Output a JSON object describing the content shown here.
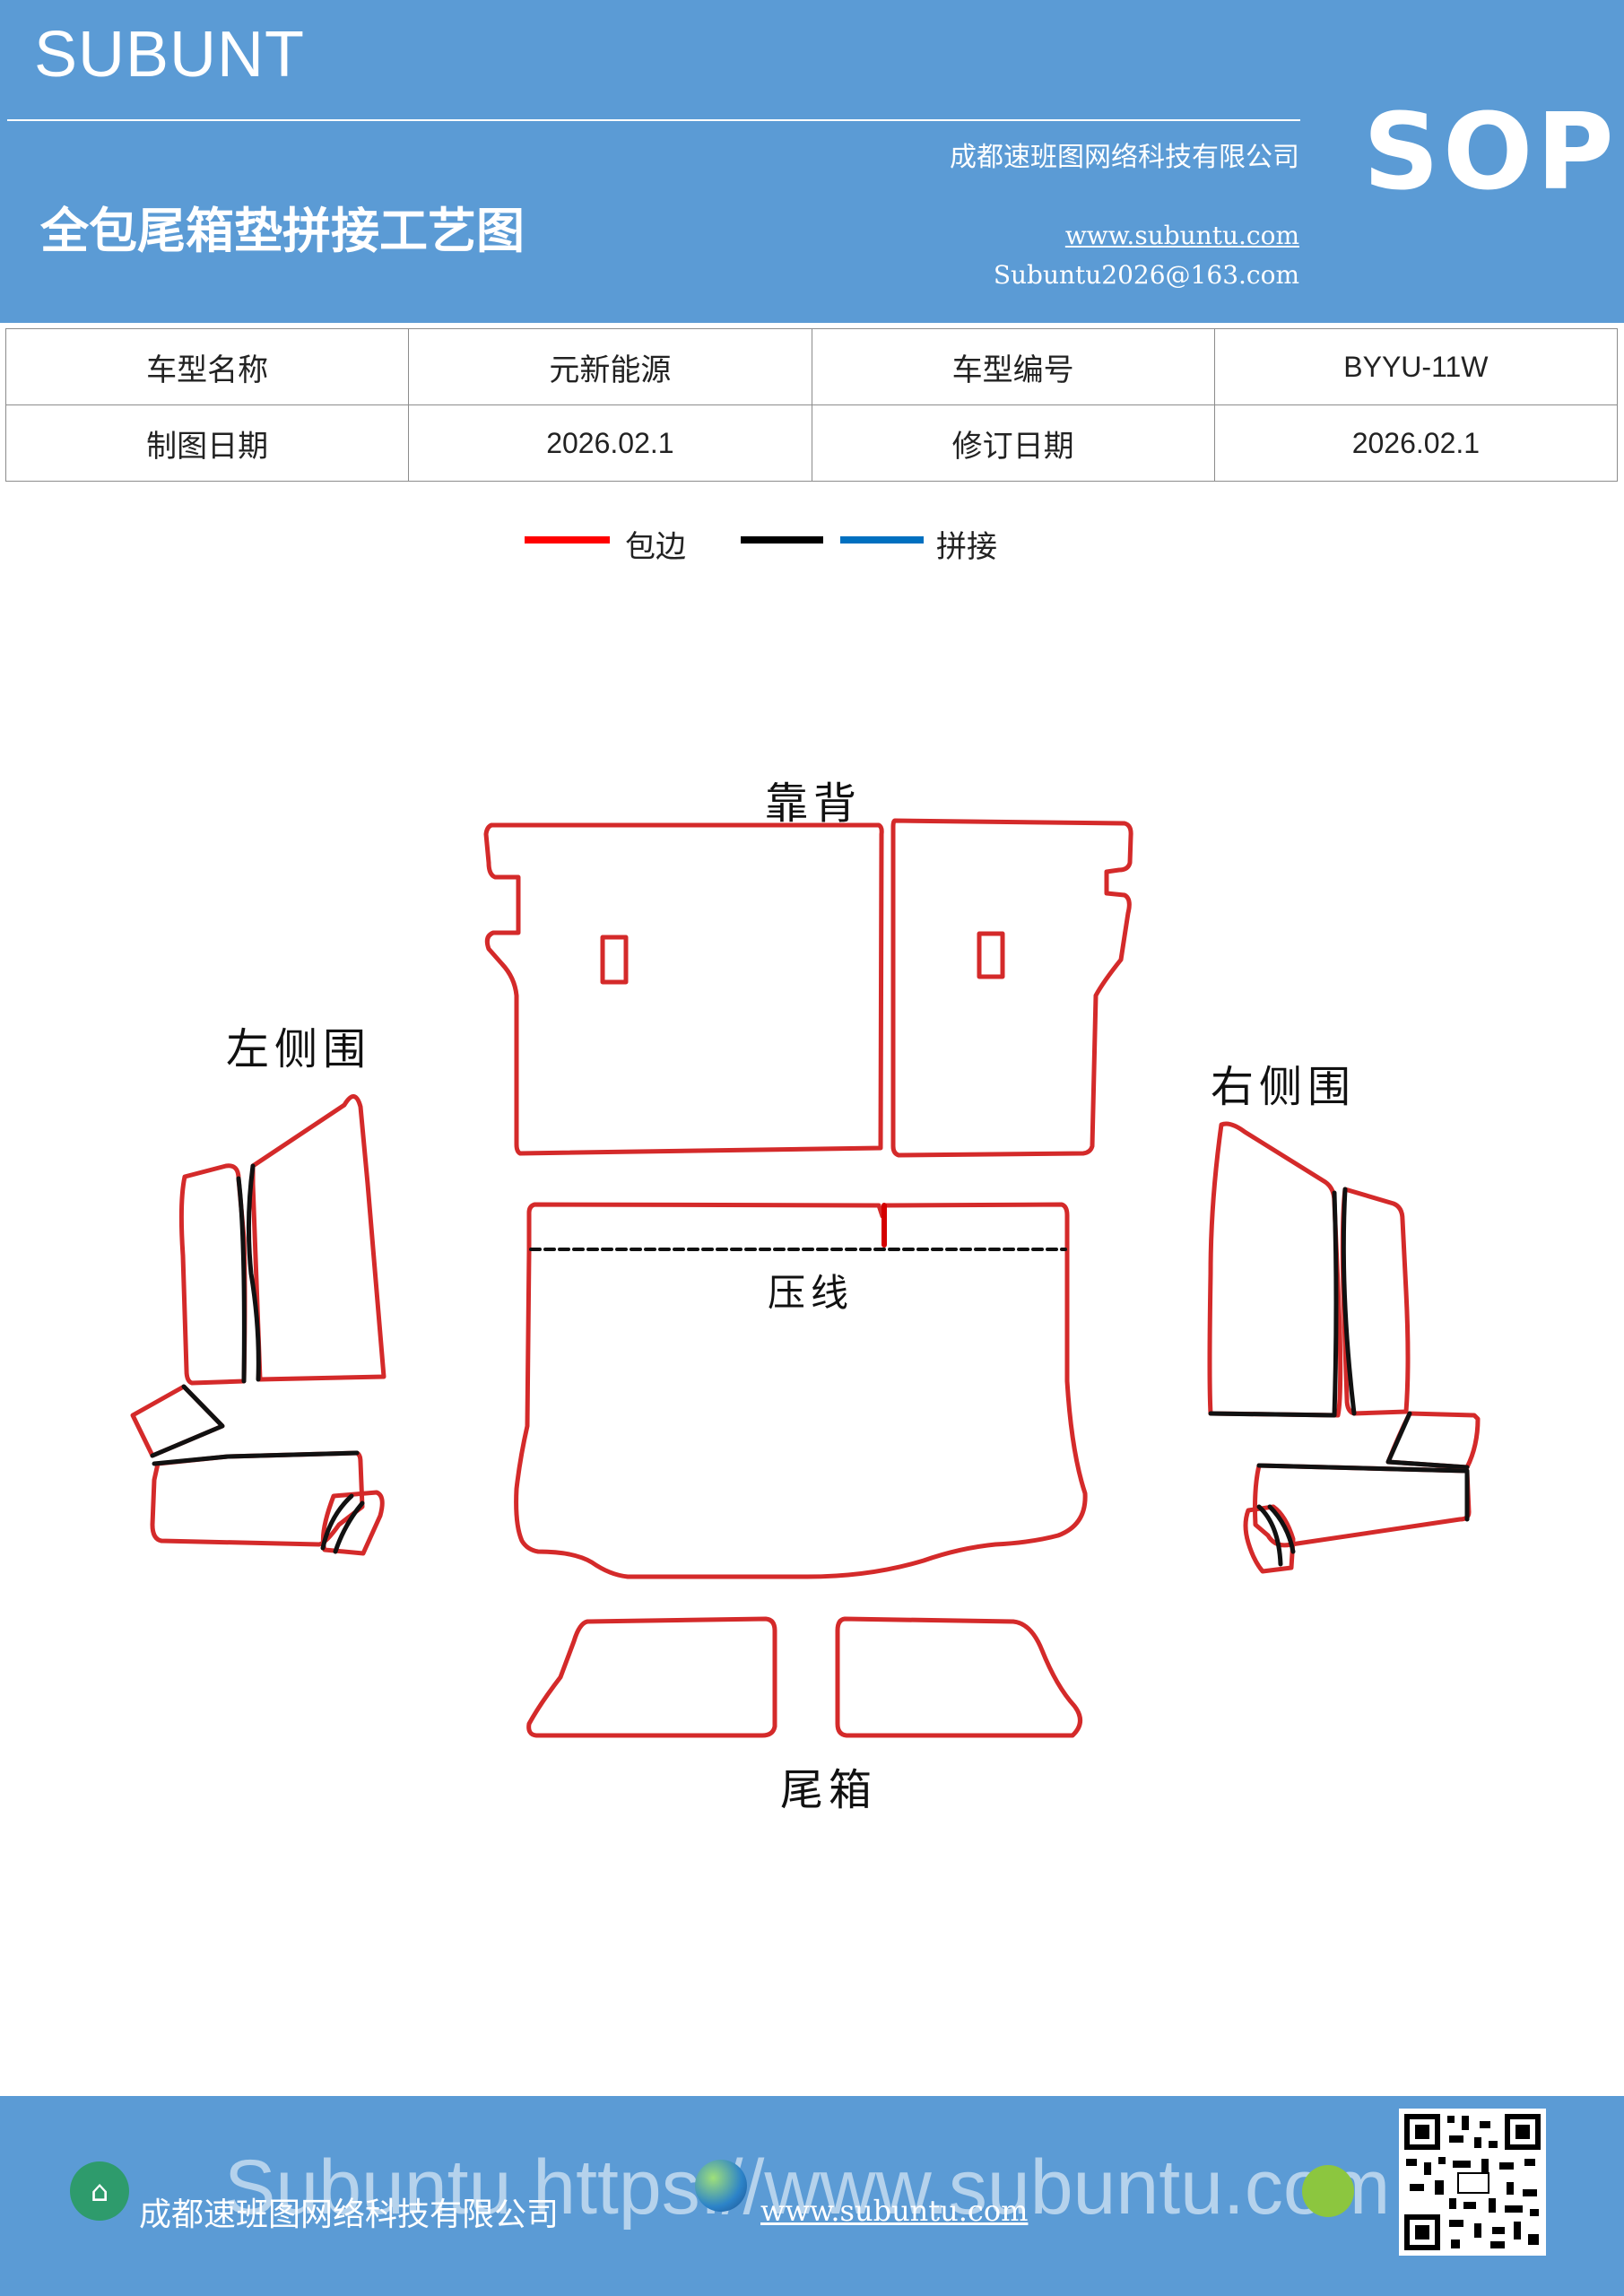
{
  "header": {
    "brand": "SUBUNT",
    "company": "成都速班图网络科技有限公司",
    "title": "全包尾箱垫拼接工艺图",
    "website": "www.subuntu.com",
    "email": "Subuntu2026@163.com",
    "badge": "SOP"
  },
  "info_table": {
    "rows": [
      {
        "label1": "车型名称",
        "value1": "元新能源",
        "label2": "车型编号",
        "value2": "BYYU-11W"
      },
      {
        "label1": "制图日期",
        "value1": "2026.02.1",
        "label2": "修订日期",
        "value2": "2026.02.1"
      }
    ]
  },
  "legend": {
    "items": [
      {
        "color": "#ff0000",
        "label": "包边"
      },
      {
        "color": "#000000",
        "label": ""
      },
      {
        "color": "#0070c0",
        "label": "拼接"
      }
    ]
  },
  "diagram": {
    "labels": {
      "backrest": "靠背",
      "left_side": "左侧围",
      "right_side": "右侧围",
      "crease": "压线",
      "trunk": "尾箱"
    },
    "colors": {
      "edge": "#d42a2a",
      "seam": "#111111"
    }
  },
  "footer": {
    "company": "成都速班图网络科技有限公司",
    "website": "www.subuntu.com",
    "overlay_text": "Subuntu https://www.subuntu.com"
  }
}
